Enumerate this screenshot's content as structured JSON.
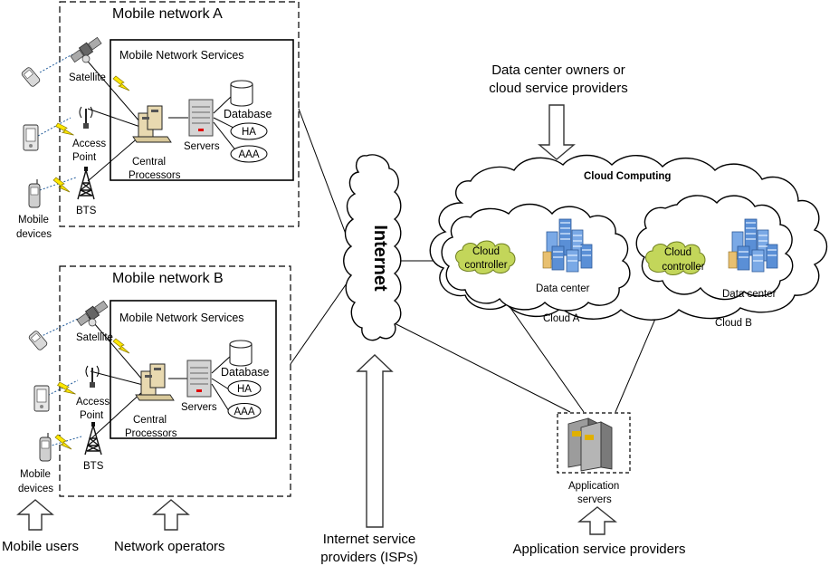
{
  "networks": [
    {
      "title": "Mobile network A",
      "services_title": "Mobile Network Services",
      "satellite": "Satellite",
      "access_point": [
        "Access",
        "Point"
      ],
      "bts": "BTS",
      "mobile_devices": [
        "Mobile",
        "devices"
      ],
      "central_processors": [
        "Central",
        "Processors"
      ],
      "servers": "Servers",
      "database": "Database",
      "ha": "HA",
      "aaa": "AAA"
    },
    {
      "title": "Mobile network B",
      "services_title": "Mobile Network Services",
      "satellite": "Satellite",
      "access_point": [
        "Access",
        "Point"
      ],
      "bts": "BTS",
      "mobile_devices": [
        "Mobile",
        "devices"
      ],
      "central_processors": [
        "Central",
        "Processors"
      ],
      "servers": "Servers",
      "database": "Database",
      "ha": "HA",
      "aaa": "AAA"
    }
  ],
  "internet": "Internet",
  "cloud": {
    "title": "Cloud Computing",
    "clouds": [
      {
        "controller": [
          "Cloud",
          "controller"
        ],
        "data_center": "Data center",
        "name": "Cloud A"
      },
      {
        "controller": [
          "Cloud",
          "controller"
        ],
        "data_center": "Data center",
        "name": "Cloud B"
      }
    ]
  },
  "app_servers": [
    "Application",
    "servers"
  ],
  "captions": {
    "dc_owners": [
      "Data center owners or",
      "cloud service providers"
    ],
    "mobile_users": "Mobile users",
    "network_operators": "Network operators",
    "isps": [
      "Internet service",
      "providers (ISPs)"
    ],
    "app_service_providers": "Application service providers"
  },
  "colors": {
    "lightning": "#ffe800",
    "controller_fill": "#c3d65a",
    "building_blue": "#5a8fd6",
    "server_grey": "#bfbfbf",
    "processor_tan": "#e8d9b0"
  }
}
